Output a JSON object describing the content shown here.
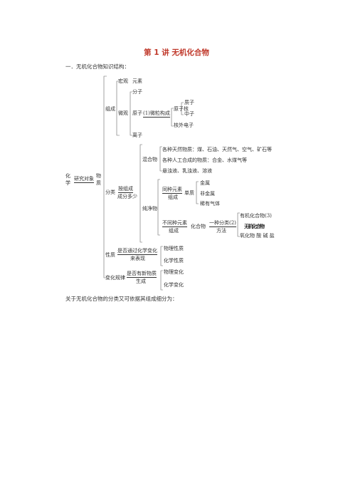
{
  "title": "第 1 讲  无机化合物",
  "section_heading": "一．无机化合物知识结构：",
  "tree": {
    "root_top": "化",
    "root_bottom": "学",
    "research_object": "研究对象",
    "matter_top": "物",
    "matter_bottom": "质",
    "composition": "组成",
    "macro": "宏观",
    "element": "元素",
    "micro": "微观",
    "molecule": "分子",
    "atom": "原子",
    "atom_note": "(1)微粒构成",
    "nucleus": "原子核",
    "proton": "质子",
    "neutron": "中子",
    "electron": "核外电子",
    "ion": "离子",
    "classification": "分类",
    "by_composition_1": "按组成",
    "by_composition_2": "成分多少",
    "mixture": "混合物",
    "mix_1": "各种天然物质：煤、石油、天然气、空气、矿石等",
    "mix_2": "各种人工合成的物质：合金、水煤气等",
    "mix_3": "悬浊液、乳浊液、溶液",
    "pure": "纯净物",
    "same_element_1": "同种元素",
    "same_element_2": "组成",
    "simple": "单质",
    "metal": "金属",
    "nonmetal": "非金属",
    "noble_gas": "稀有气体",
    "diff_element_1": "不同种元素",
    "diff_element_2": "组成",
    "compound": "化合物",
    "one_class": "一种分类(2)",
    "method": "方法",
    "organic": "有机化合物(3)",
    "inorganic_garbled": "无机化合物",
    "inorganic_classes": "氧化物  酸  碱  盐",
    "property": "性质",
    "chem_change_1": "是否通过化学变化",
    "chem_change_2": "来表现",
    "phys_prop": "物理性质",
    "chem_prop": "化学性质",
    "law": "变化规律",
    "new_substance_1": "是否有新物质",
    "new_substance_2": "生成",
    "phys_change": "物理变化",
    "chem_change": "化学变化"
  },
  "footer_text": "关于无机化合物的分类又可依据其组成细分为："
}
